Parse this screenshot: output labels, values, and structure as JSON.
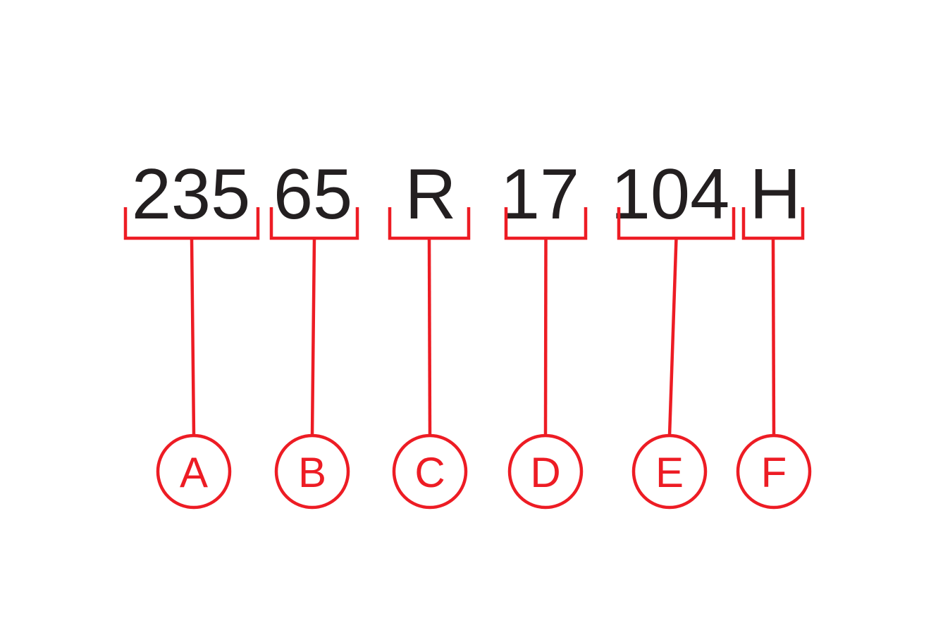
{
  "diagram": {
    "accent_color": "#ed1c24",
    "text_color": "#231f20",
    "segments": [
      {
        "value": "235",
        "label": "A"
      },
      {
        "value": "65",
        "label": "B"
      },
      {
        "value": "R",
        "label": "C"
      },
      {
        "value": "17",
        "label": "D"
      },
      {
        "value": "104",
        "label": "E"
      },
      {
        "value": "H",
        "label": "F"
      }
    ]
  }
}
